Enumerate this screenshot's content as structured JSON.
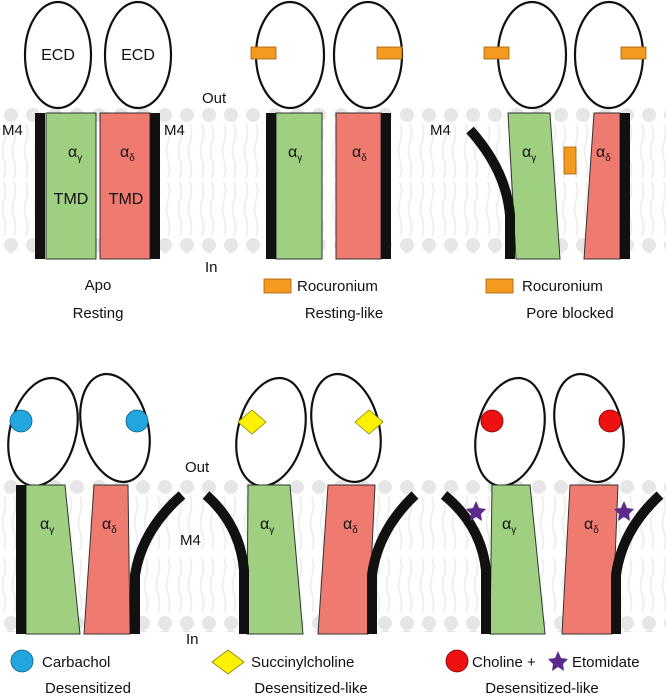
{
  "colors": {
    "gamma_subunit": "#9fcf80",
    "delta_subunit": "#ef7a70",
    "helix": "#111111",
    "membrane_lipid": "#e9e9e9",
    "rocuronium": "#f39a1f",
    "carbachol": "#22a6df",
    "succinylcholine": "#fff200",
    "choline": "#ee1111",
    "etomidate": "#5b2a8a"
  },
  "labels": {
    "ecd": "ECD",
    "tmd": "TMD",
    "m4": "M4",
    "out": "Out",
    "in": "In",
    "alpha": "α",
    "gamma": "γ",
    "delta": "δ"
  },
  "panels": [
    {
      "id": "apo",
      "ligand": "",
      "ligand_icon": "none",
      "ligand_extra": "",
      "ligand_extra_icon": "none",
      "state": "Apo",
      "substate": "Resting"
    },
    {
      "id": "rocuronium-resting",
      "ligand": "Rocuronium",
      "ligand_icon": "orange-rectangle",
      "ligand_extra": "",
      "ligand_extra_icon": "none",
      "state": "Resting-like"
    },
    {
      "id": "rocuronium-pore",
      "ligand": "Rocuronium",
      "ligand_icon": "orange-rectangle",
      "ligand_extra": "",
      "ligand_extra_icon": "none",
      "state": "Pore blocked"
    },
    {
      "id": "carbachol",
      "ligand": "Carbachol",
      "ligand_icon": "blue-circle",
      "ligand_extra": "",
      "ligand_extra_icon": "none",
      "state": "Desensitized"
    },
    {
      "id": "succinylcholine",
      "ligand": "Succinylcholine",
      "ligand_icon": "yellow-diamond",
      "ligand_extra": "",
      "ligand_extra_icon": "none",
      "state": "Desensitized-like"
    },
    {
      "id": "choline-etomidate",
      "ligand": "Choline +",
      "ligand_icon": "red-circle",
      "ligand_extra": "Etomidate",
      "ligand_extra_icon": "purple-star",
      "state": "Desensitized-like"
    }
  ]
}
